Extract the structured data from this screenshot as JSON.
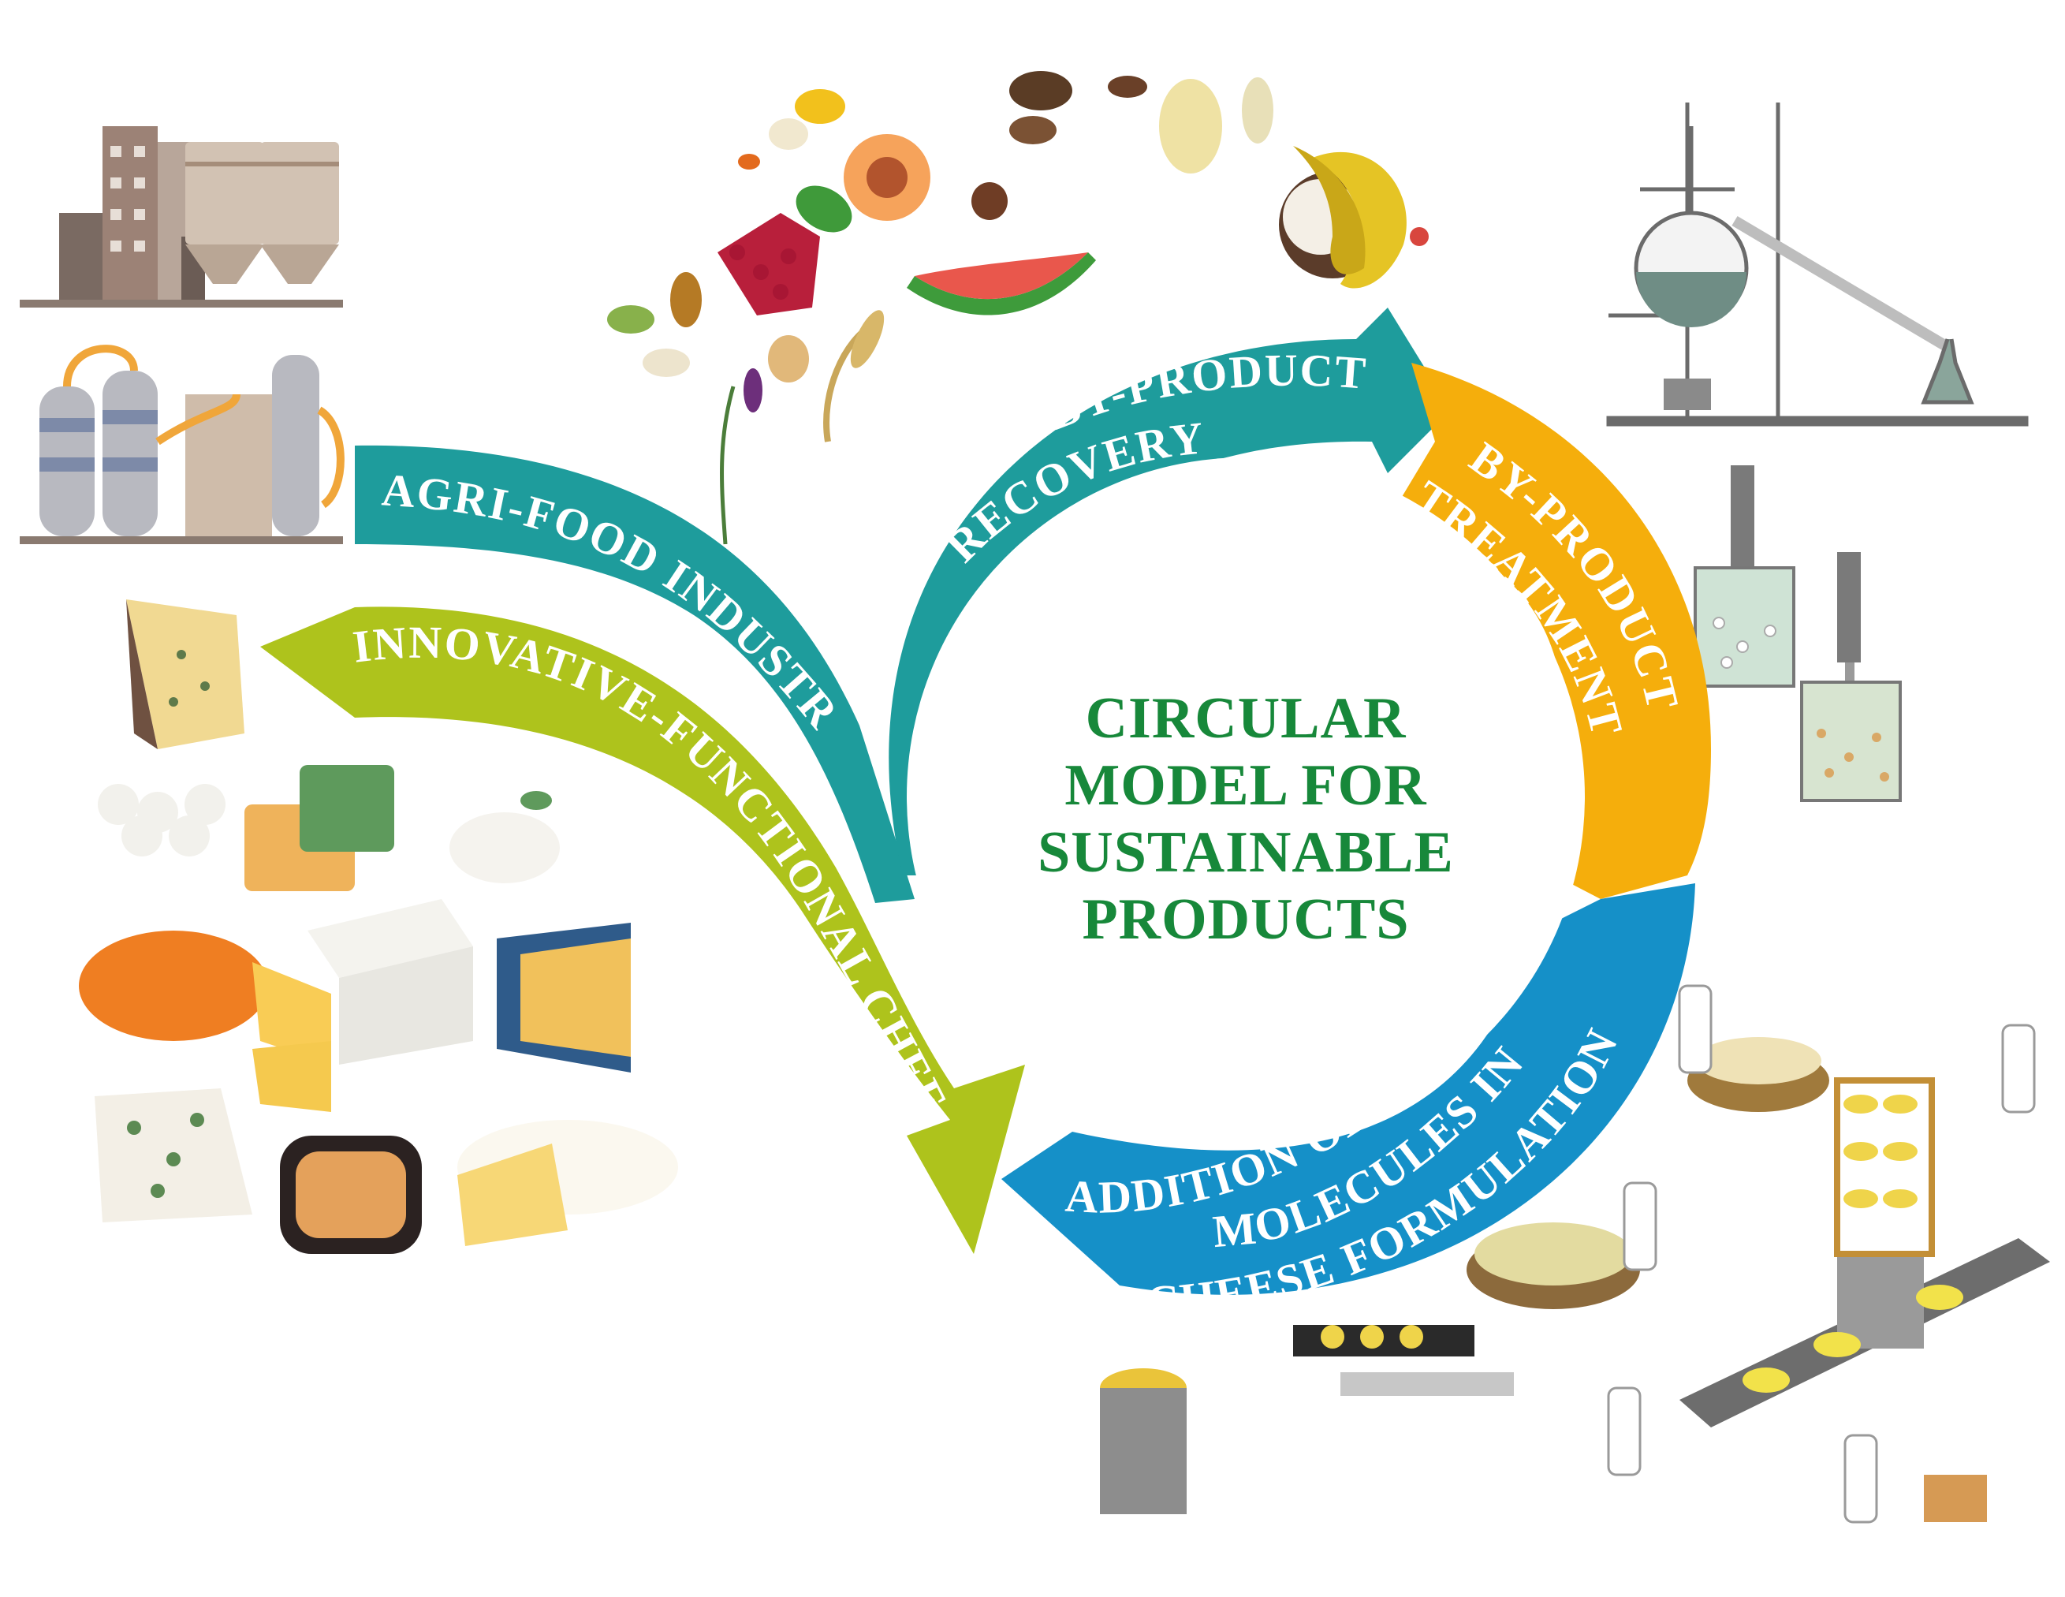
{
  "center": {
    "lines": [
      "CIRCULAR",
      "MODEL FOR",
      "SUSTAINABLE",
      "PRODUCTS"
    ],
    "color": "#17883a"
  },
  "arrows": [
    {
      "id": "agri_food_industry",
      "label": "AGRI-FOOD INDUSTRY",
      "color": "#1e9c9c"
    },
    {
      "id": "byproduct_recovery",
      "line1": "AGRI-FOOD BY-PRODUCT",
      "line2": "RECOVERY",
      "color": "#1e9c9c"
    },
    {
      "id": "byproduct_treatment",
      "line1": "BY-PRODUCT",
      "line2": "TREATMENT",
      "color": "#f5ae0c"
    },
    {
      "id": "functional_molecules",
      "line1": "ADDITION OF FUNCTIONAL",
      "line2": "MOLECULES IN",
      "line3": "CHEESE FORMULATION",
      "color": "#1590c8"
    },
    {
      "id": "innovative_cheese",
      "label": "INNOVATIVE-FUNCTIONAL CHEESE",
      "color": "#aec31c"
    }
  ],
  "illustrations": [
    {
      "name": "factory-buildings-illustration"
    },
    {
      "name": "food-waste-illustration"
    },
    {
      "name": "distillation-lab-illustration"
    },
    {
      "name": "ultrasound-treatment-illustration"
    },
    {
      "name": "cheese-production-illustration"
    },
    {
      "name": "cheese-assortment-illustration"
    }
  ]
}
